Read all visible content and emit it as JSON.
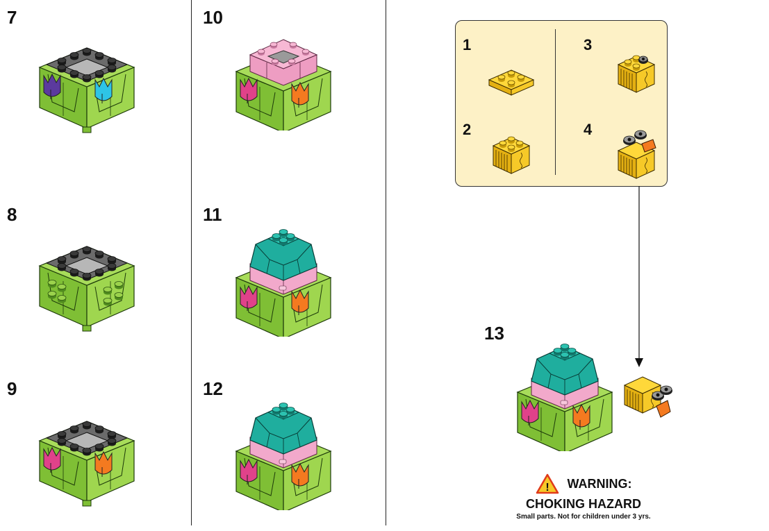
{
  "steps": [
    {
      "number": "7"
    },
    {
      "number": "8"
    },
    {
      "number": "9"
    },
    {
      "number": "10"
    },
    {
      "number": "11"
    },
    {
      "number": "12"
    },
    {
      "number": "13"
    }
  ],
  "sub_assembly": {
    "steps": [
      {
        "number": "1"
      },
      {
        "number": "2"
      },
      {
        "number": "3"
      },
      {
        "number": "4"
      }
    ]
  },
  "warning": {
    "icon": "!",
    "title": "WARNING:",
    "line2": "CHOKING HAZARD",
    "detail": "Small parts. Not for children under 3 yrs."
  },
  "colors": {
    "lime_green": "#8cc63f",
    "dark_gray": "#5a5a5a",
    "purple": "#5b3a9e",
    "cyan": "#2ec4e6",
    "pink": "#f4a6c8",
    "magenta": "#e0428a",
    "orange": "#f47a20",
    "teal": "#1fae9e",
    "yellow": "#f6c928",
    "panel_bg": "#fdf1c6"
  }
}
